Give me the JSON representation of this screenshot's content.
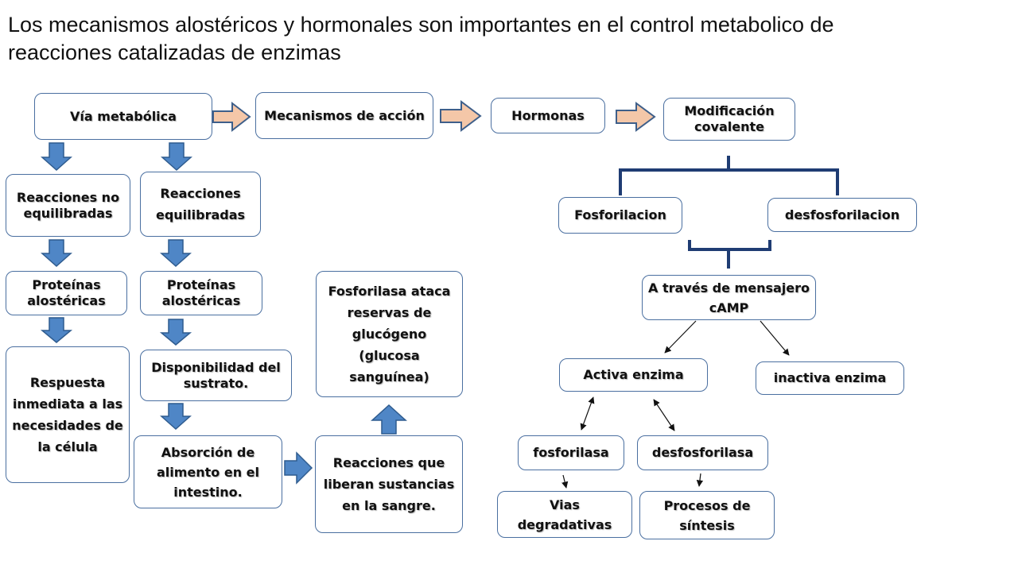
{
  "title": "Los mecanismos alostéricos y hormonales son importantes en el control metabolico de reacciones catalizadas de enzimas",
  "nodes": {
    "via": "Vía metabólica",
    "mecanismos": "Mecanismos de acción",
    "hormonas": "Hormonas",
    "modificacion": "Modificación covalente",
    "rne": "Reacciones no equilibradas",
    "re": "Reacciones equilibradas",
    "prot1": "Proteínas alostéricas",
    "prot2": "Proteínas alostéricas",
    "respuesta": "Respuesta inmediata a las necesidades de la célula",
    "disponibilidad": "Disponibilidad del sustrato.",
    "absorcion": "Absorción de alimento en el intestino.",
    "liberan": "Reacciones que liberan sustancias en la sangre.",
    "fosforilasa_ataca": "Fosforilasa ataca reservas de glucógeno (glucosa sanguínea)",
    "fosforilacion": "Fosforilacion",
    "desfosforilacion": "desfosforilacion",
    "camp": "A través de mensajero cAMP",
    "activa": "Activa enzima",
    "inactiva": "inactiva enzima",
    "fosforilasa": "fosforilasa",
    "desfosforilasa": "desfosforilasa",
    "vias": "Vias degradativas",
    "procesos": "Procesos de síntesis"
  },
  "colors": {
    "block_arrow": "#4f86c6",
    "block_arrow_stroke": "#2f5c8f",
    "right_arrow_fill": "#f4c7a8",
    "right_arrow_stroke": "#3e5f8a",
    "bracket": "#1f3c73",
    "box_border": "#4a6fa0"
  }
}
